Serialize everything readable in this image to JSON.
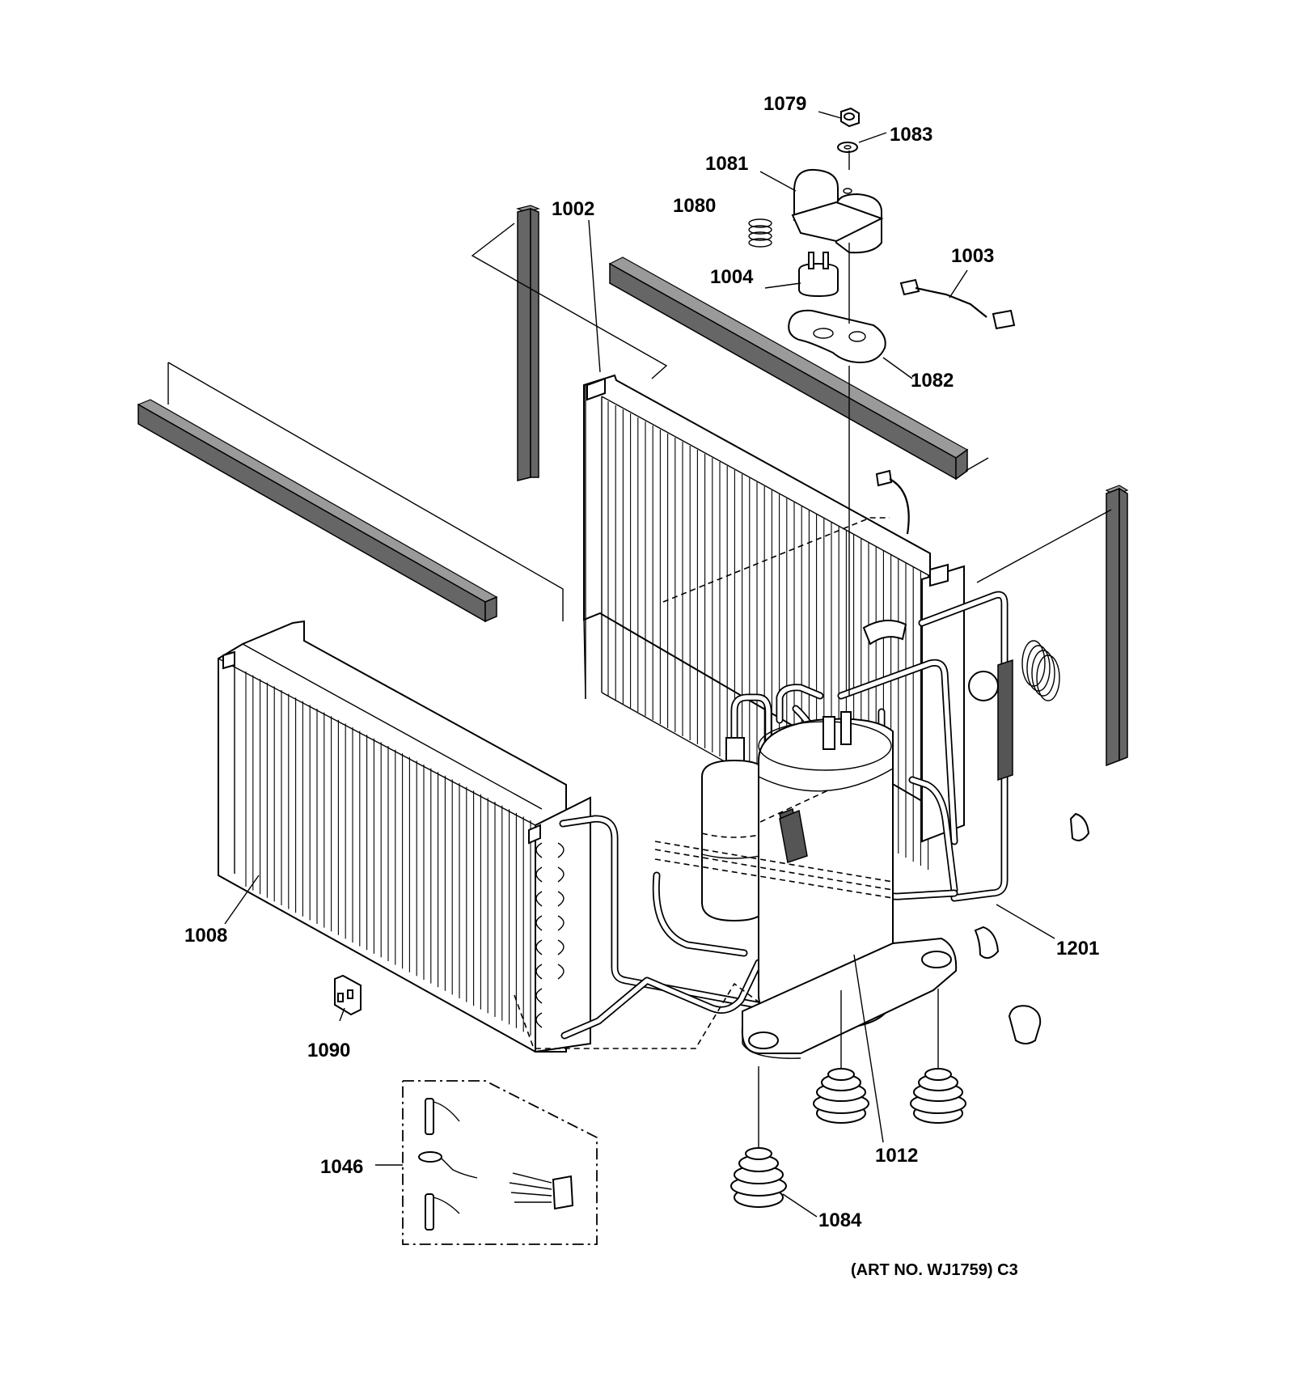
{
  "callouts": {
    "c1079": "1079",
    "c1083": "1083",
    "c1081": "1081",
    "c1080": "1080",
    "c1002": "1002",
    "c1004": "1004",
    "c1003": "1003",
    "c1082": "1082",
    "c1008": "1008",
    "c1201": "1201",
    "c1090": "1090",
    "c1046": "1046",
    "c1012": "1012",
    "c1084": "1084"
  },
  "art_number": "(ART NO. WJ1759) C3"
}
